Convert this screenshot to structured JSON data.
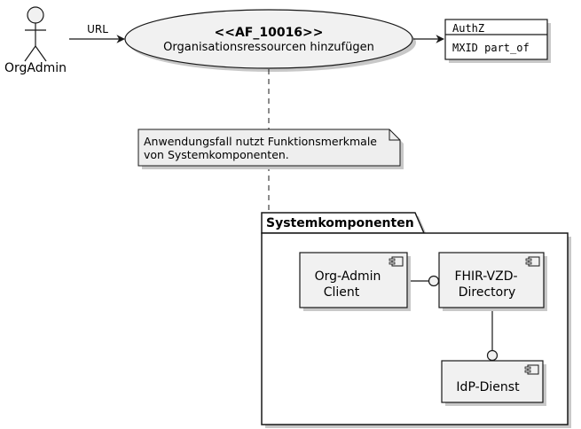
{
  "actor": {
    "name": "OrgAdmin"
  },
  "usecase": {
    "stereotype": "<<AF_10016>>",
    "title": "Organisationsressourcen hinzufügen"
  },
  "edge_label_url": "URL",
  "authz": {
    "title": "AuthZ",
    "body": "MXID part_of"
  },
  "note": {
    "line1": "Anwendungsfall nutzt Funktionsmerkmale",
    "line2": "von Systemkomponenten."
  },
  "package": {
    "name": "Systemkomponenten"
  },
  "components": {
    "orgadmin_client": {
      "line1": "Org-Admin",
      "line2": "Client"
    },
    "fhir_vzd": {
      "line1": "FHIR-VZD-",
      "line2": "Directory"
    },
    "idp": {
      "label": "IdP-Dienst"
    }
  },
  "colors": {
    "stroke": "#181818",
    "fill_light": "#f1f1f1",
    "note_fill": "#eeeeee",
    "shadow": "#c8c8c8"
  }
}
